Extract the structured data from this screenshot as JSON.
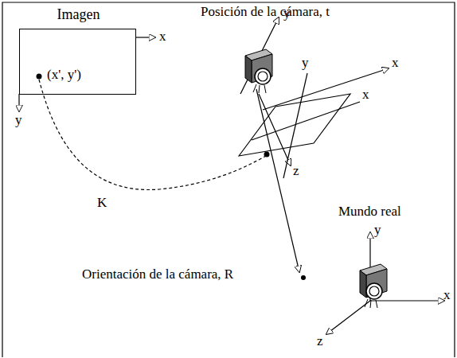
{
  "diagram": {
    "nodes": [
      {
        "text": [
          "Imagen",
          "(x', y')"
        ]
      }
    ],
    "labels": [
      "x",
      "y",
      "Posición de la cámara, t",
      "y",
      "x",
      "y",
      "x",
      "z",
      "K",
      "Orientación de la cámara, R",
      "Mundo real",
      "y",
      "x",
      "z"
    ]
  }
}
